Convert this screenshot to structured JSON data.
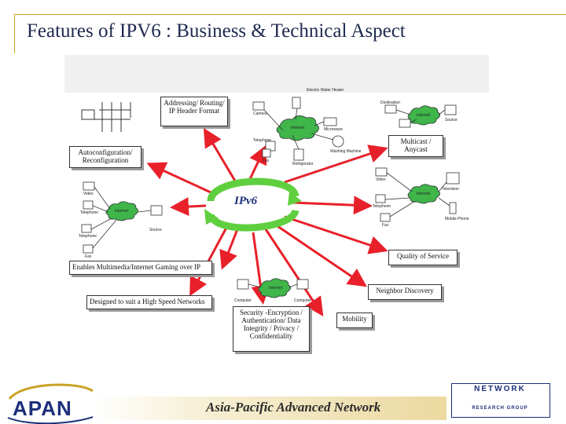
{
  "slide": {
    "title": "Features of IPV6 : Business & Technical Aspect"
  },
  "center": {
    "label": "IPv6"
  },
  "features": {
    "addressing": "Addressing/ Routing/ IP Header Format",
    "autoconfig": "Autoconfiguration/ Reconfiguration",
    "multicast": "Multicast / Anycast",
    "multimedia": "Enables Multimedia/Internet Gaming over IP",
    "highspeed": "Designed to suit a High Speed Networks",
    "security": "Security -Encryption / Authentication/ Data Integrity / Privacy / Confidentiality",
    "qos": "Quality of Service",
    "neighbor": "Neighbor Discovery",
    "mobility": "Mobility"
  },
  "device_labels": {
    "top": [
      "Electric Water Heater",
      "Internet",
      "Camera",
      "Microwave",
      "Telephone",
      "Fax",
      "Refrigerator",
      "Washing Machine"
    ],
    "multicast": [
      "Destination",
      "Internet",
      "Source"
    ],
    "right": [
      "Video",
      "Internet",
      "Television",
      "Telephone",
      "Mobile Phone",
      "Fax"
    ],
    "left": [
      "Video",
      "Telephone",
      "Internet",
      "Source",
      "Telephone",
      "Fax"
    ],
    "security": [
      "Internet",
      "Computer",
      "Computer"
    ]
  },
  "footer": {
    "logo": "APAN",
    "tagline": "Asia-Pacific Advanced Network",
    "partner_top": "NETWORK",
    "partner_bottom": "RESEARCH GROUP"
  },
  "colors": {
    "title": "#1e2a4e",
    "arrow": "#e8202a",
    "cycle": "#5fcf3f",
    "cloud": "#3fb54a",
    "accent": "#c9a227",
    "brand": "#1c2f7a"
  }
}
